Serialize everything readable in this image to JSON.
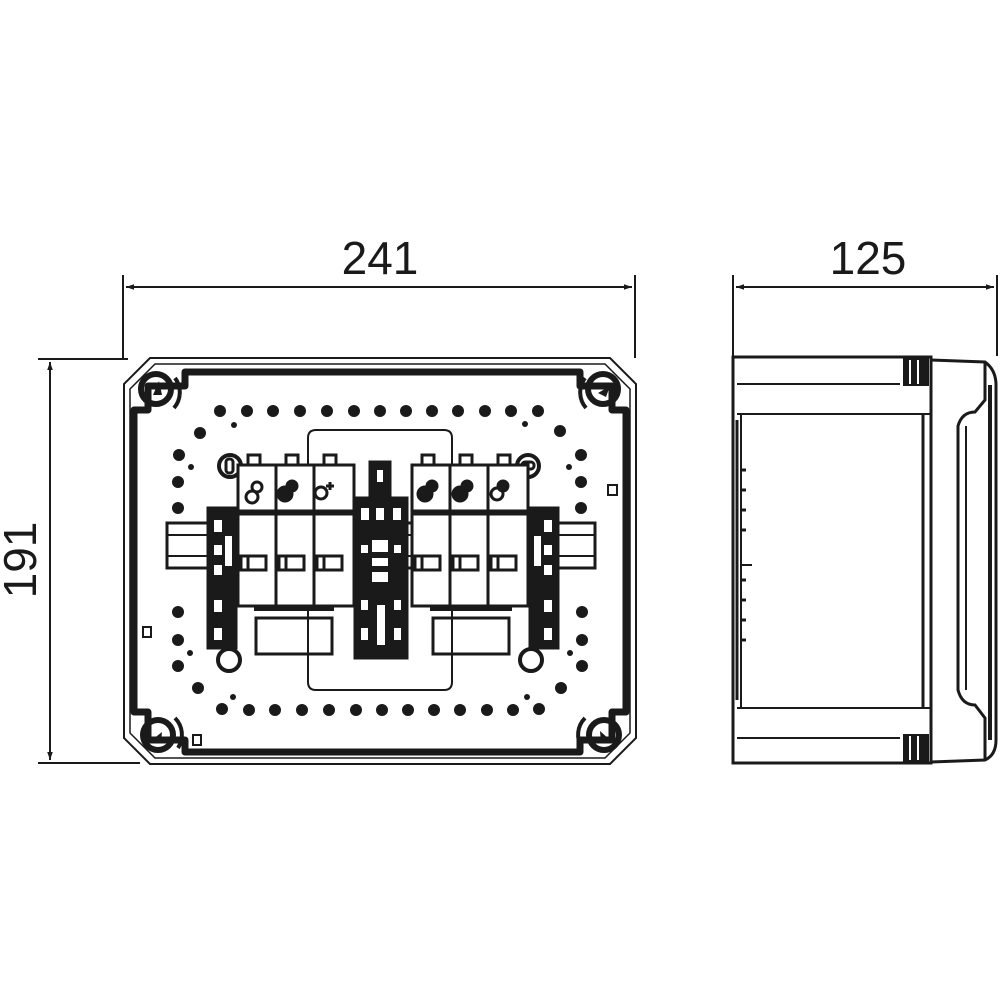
{
  "drawing": {
    "type": "technical dimension drawing",
    "subject": "enclosure with DIN rail circuit breakers",
    "line_color": "#1a1a1a",
    "background": "#ffffff"
  },
  "dimensions": {
    "width": {
      "label": "241",
      "view": "front"
    },
    "height": {
      "label": "191",
      "view": "front"
    },
    "depth": {
      "label": "125",
      "view": "side"
    }
  },
  "views": [
    {
      "name": "front-view",
      "components": [
        "enclosure-body",
        "corner-screws",
        "mounting-holes",
        "din-rail",
        "breaker-group-left",
        "center-terminal-block",
        "breaker-group-right"
      ]
    },
    {
      "name": "side-view",
      "components": [
        "enclosure-body",
        "lid",
        "hinge-ribs"
      ]
    }
  ],
  "breaker_groups": [
    {
      "name": "left",
      "poles": 3
    },
    {
      "name": "right",
      "poles": 3
    }
  ]
}
